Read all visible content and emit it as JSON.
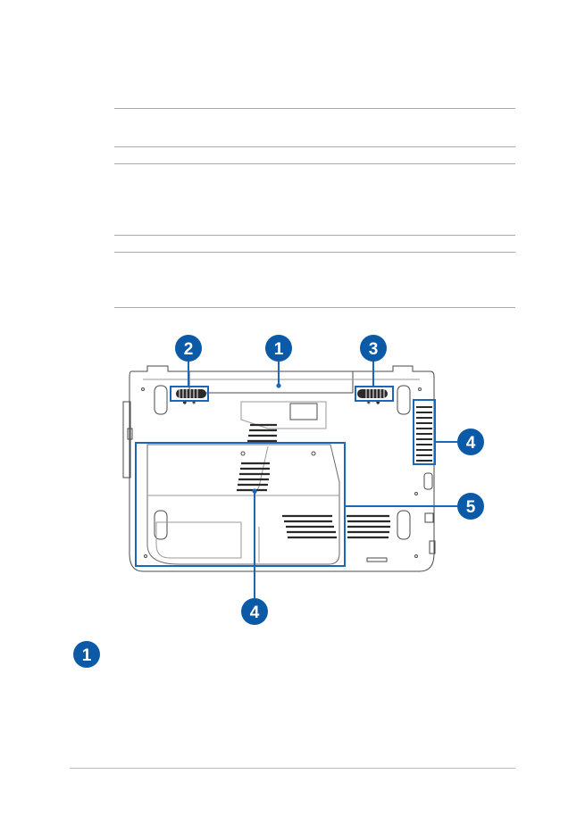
{
  "callouts": {
    "c1": "1",
    "c2": "2",
    "c3": "3",
    "c4_right": "4",
    "c4_bottom": "4",
    "c5": "5"
  },
  "section": {
    "marker": "1"
  },
  "colors": {
    "callout_fill": "#0a5aa8",
    "highlight_line": "#1a66b8",
    "laptop_outline": "#4a4a4a",
    "rule": "#a9a9a9"
  }
}
